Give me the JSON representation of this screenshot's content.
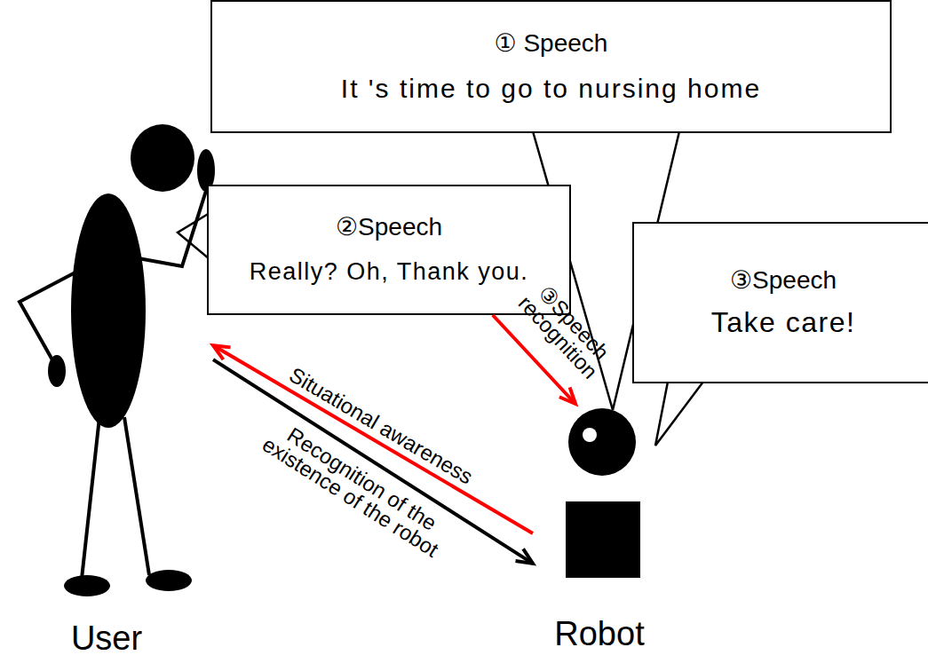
{
  "diagram": {
    "nodes": [
      {
        "text": [
          "① Speech",
          "It 's time to go to nursing home"
        ]
      },
      {
        "text": [
          "②Speech",
          "Really? Oh, Thank you."
        ]
      },
      {
        "text": [
          "③Speech",
          "Take care!"
        ]
      },
      {
        "text": [
          "User"
        ]
      },
      {
        "text": [
          "Robot"
        ]
      }
    ],
    "edges": [
      {
        "from": 1,
        "to": 4,
        "label": "③Speech recognition",
        "arrow": "to"
      },
      {
        "from": 4,
        "to": 3,
        "label": "Situational awareness",
        "arrow": "to"
      },
      {
        "from": 3,
        "to": 4,
        "label": "Recognition of the existence of the robot",
        "arrow": "to"
      }
    ]
  }
}
